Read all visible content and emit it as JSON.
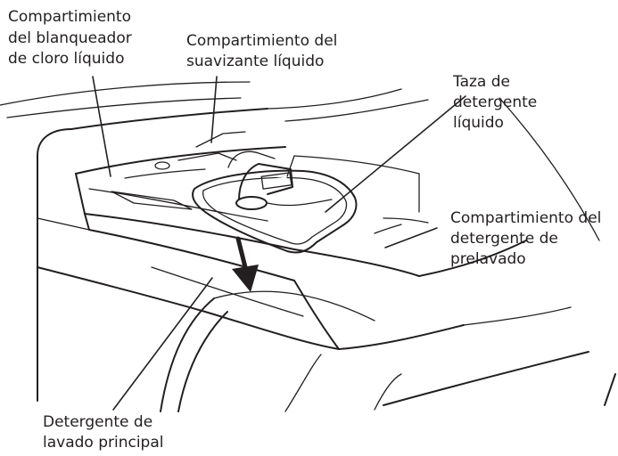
{
  "labels": {
    "bleach": [
      "Compartimiento",
      "del blanqueador",
      "de cloro líquido"
    ],
    "softener": [
      "Compartimiento del",
      "suavizante líquido"
    ],
    "cup": [
      "Taza de",
      "detergente",
      "líquido"
    ],
    "prewash": [
      "Compartimiento del",
      "detergente de",
      "prelavado"
    ],
    "main_wash": [
      "Detergente de",
      "lavado principal"
    ]
  },
  "colors": {
    "ink": "#231f20",
    "background": "#ffffff"
  },
  "icons": [
    "down-arrow-icon"
  ]
}
